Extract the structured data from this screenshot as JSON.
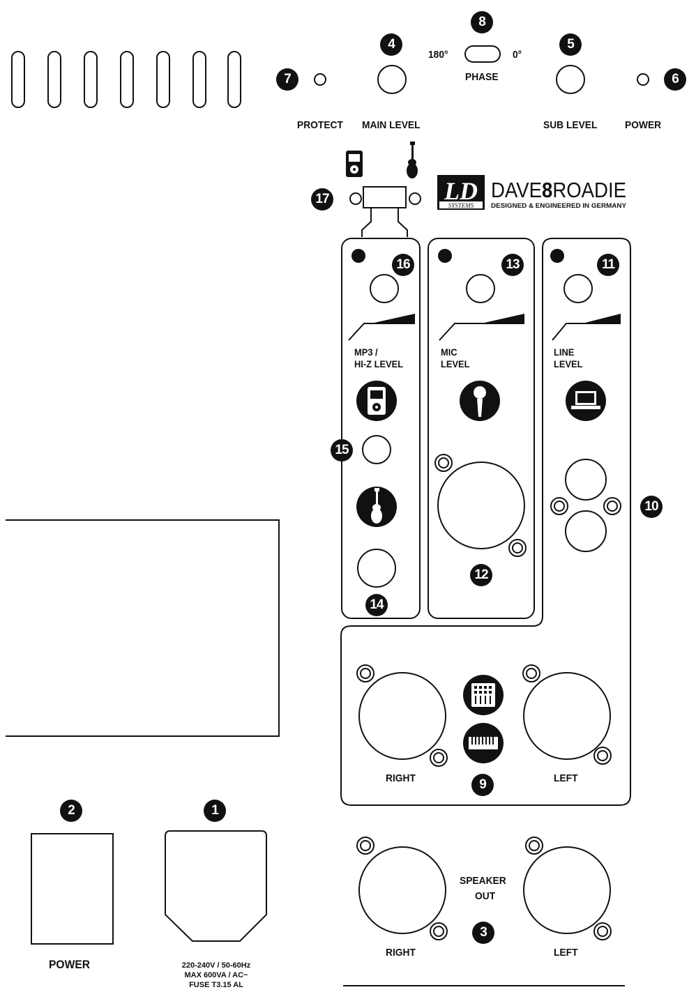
{
  "labels": {
    "protect": "PROTECT",
    "main_level": "MAIN LEVEL",
    "phase": "PHASE",
    "phase_180": "180°",
    "phase_0": "0°",
    "sub_level": "SUB LEVEL",
    "power_led": "POWER",
    "mp3_level_1": "MP3 /",
    "mp3_level_2": "HI-Z LEVEL",
    "mic_level_1": "MIC",
    "mic_level_2": "LEVEL",
    "line_level_1": "LINE",
    "line_level_2": "LEVEL",
    "in_right": "RIGHT",
    "in_left": "LEFT",
    "speaker_out_1": "SPEAKER",
    "speaker_out_2": "OUT",
    "out_right": "RIGHT",
    "out_left": "LEFT",
    "power_switch": "POWER",
    "mains_1": "220-240V / 50-60Hz",
    "mains_2": "MAX 600VA / AC~",
    "mains_3": "FUSE T3.15 AL"
  },
  "brand": {
    "logo": "LD",
    "logo_sub": "SYSTEMS",
    "model_a": "DAVE",
    "model_b": "8",
    "model_c": "ROADIE",
    "tagline": "DESIGNED & ENGINEERED IN GERMANY"
  },
  "callouts": {
    "n1": "1",
    "n2": "2",
    "n3": "3",
    "n4": "4",
    "n5": "5",
    "n6": "6",
    "n7": "7",
    "n8": "8",
    "n9": "9",
    "n10": "10",
    "n11": "11",
    "n12": "12",
    "n13": "13",
    "n14": "14",
    "n15": "15",
    "n16": "16",
    "n17": "17"
  },
  "icons": [
    "vent-slot-icon",
    "mp3-player-icon",
    "guitar-icon",
    "microphone-icon",
    "laptop-icon",
    "mixer-icon",
    "keyboard-icon"
  ]
}
